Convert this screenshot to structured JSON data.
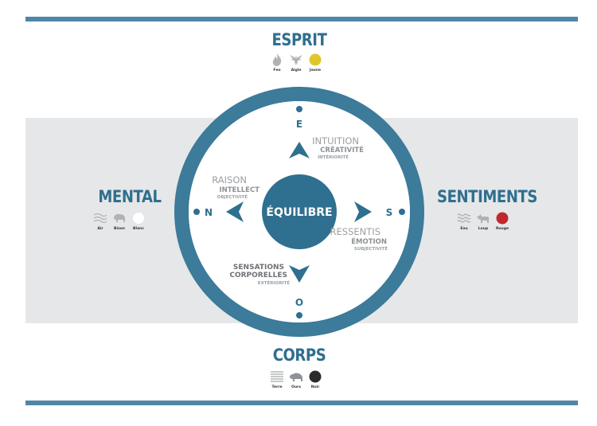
{
  "directions": {
    "north": {
      "title": "ESPRIT",
      "letter": "E",
      "quality_main": "INTUITION",
      "quality_sub": "CRÉATIVITÉ",
      "quality_small": "INTÉRIORITÉ",
      "symbols": [
        {
          "label": "Feu",
          "icon": "flame-icon"
        },
        {
          "label": "Aigle",
          "icon": "eagle-icon"
        },
        {
          "label": "Jaune",
          "icon": "color-dot-icon",
          "color": "#e0c62b"
        }
      ]
    },
    "east": {
      "title": "SENTIMENTS",
      "letter": "S",
      "quality_main": "RESSENTIS",
      "quality_sub": "ÉMOTION",
      "quality_small": "SUBJECTIVITÉ",
      "symbols": [
        {
          "label": "Eau",
          "icon": "water-icon"
        },
        {
          "label": "Loup",
          "icon": "wolf-icon"
        },
        {
          "label": "Rouge",
          "icon": "color-dot-icon",
          "color": "#c1272d"
        }
      ]
    },
    "south": {
      "title": "CORPS",
      "letter": "O",
      "quality_main": "SENSATIONS",
      "quality_sub": "CORPORELLES",
      "quality_small": "EXTÉRIORITÉ",
      "symbols": [
        {
          "label": "Terre",
          "icon": "earth-lines-icon"
        },
        {
          "label": "Ours",
          "icon": "bear-icon"
        },
        {
          "label": "Noir",
          "icon": "color-dot-icon",
          "color": "#2b2b2b"
        }
      ]
    },
    "west": {
      "title": "MENTAL",
      "letter": "N",
      "quality_main": "RAISON",
      "quality_sub": "INTELLECT",
      "quality_small": "OBJECTIVITÉ",
      "symbols": [
        {
          "label": "Air",
          "icon": "wind-icon"
        },
        {
          "label": "Bison",
          "icon": "bison-icon"
        },
        {
          "label": "Blanc",
          "icon": "color-dot-icon",
          "color": "#ffffff"
        }
      ]
    }
  },
  "center": {
    "label": "ÉQUILIBRE"
  },
  "colors": {
    "accent": "#2f6f8f",
    "ring": "#3c7b99",
    "band": "#e6e7e8",
    "muted_text": "#9b9fa3",
    "dark_text": "#6d7175"
  }
}
